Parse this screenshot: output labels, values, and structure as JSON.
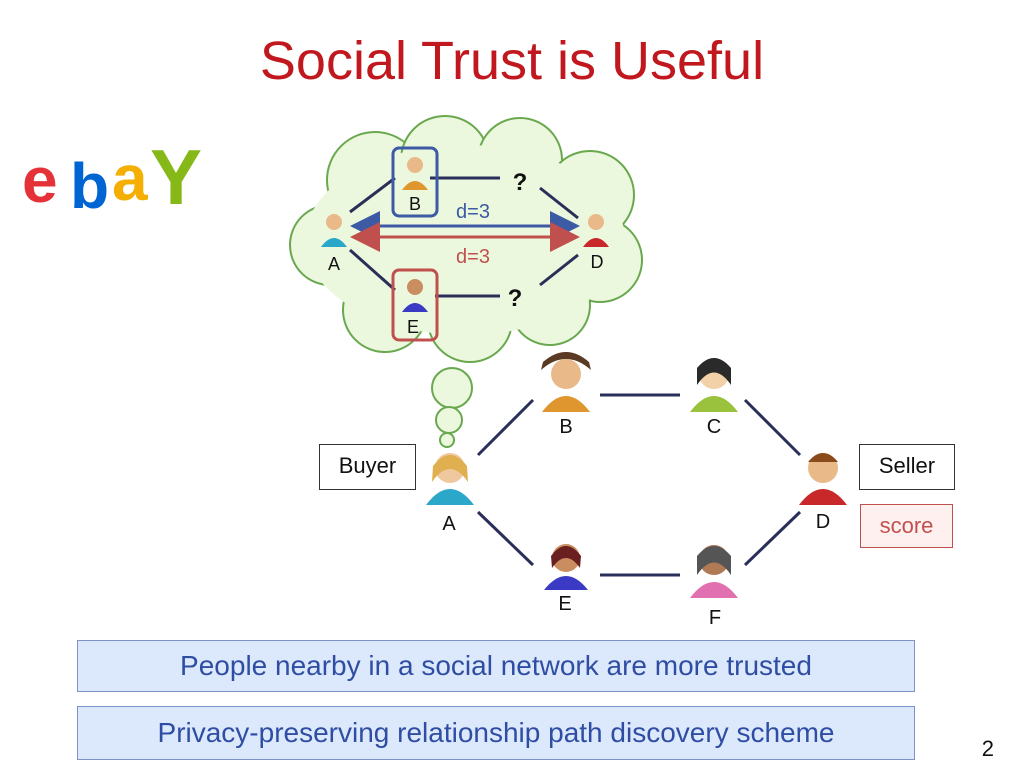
{
  "slide": {
    "title": "Social Trust is Useful",
    "logo_text": "ebay",
    "logo_colors": [
      "#e53238",
      "#0064d2",
      "#f5af02",
      "#86b817"
    ],
    "buyer_label": "Buyer",
    "seller_label": "Seller",
    "score_label": "score",
    "banner1": "People nearby in a social network are more trusted",
    "banner2": "Privacy-preserving relationship path discovery scheme",
    "page_number": "2"
  },
  "thought": {
    "nodes": [
      "A",
      "B",
      "D",
      "E"
    ],
    "question_mark": "?",
    "distance_blue": "d=3",
    "distance_red": "d=3"
  },
  "network": {
    "nodes": [
      "A",
      "B",
      "C",
      "D",
      "E",
      "F"
    ]
  },
  "colors": {
    "title": "#c0181e",
    "blue_path": "#3d5aa5",
    "red_path": "#c0504d",
    "cloud_fill": "#ecf8dd",
    "cloud_stroke": "#6aa84f",
    "banner_fill": "#dce8fb",
    "banner_text": "#2f4ea3",
    "edge": "#2a2f5a"
  }
}
